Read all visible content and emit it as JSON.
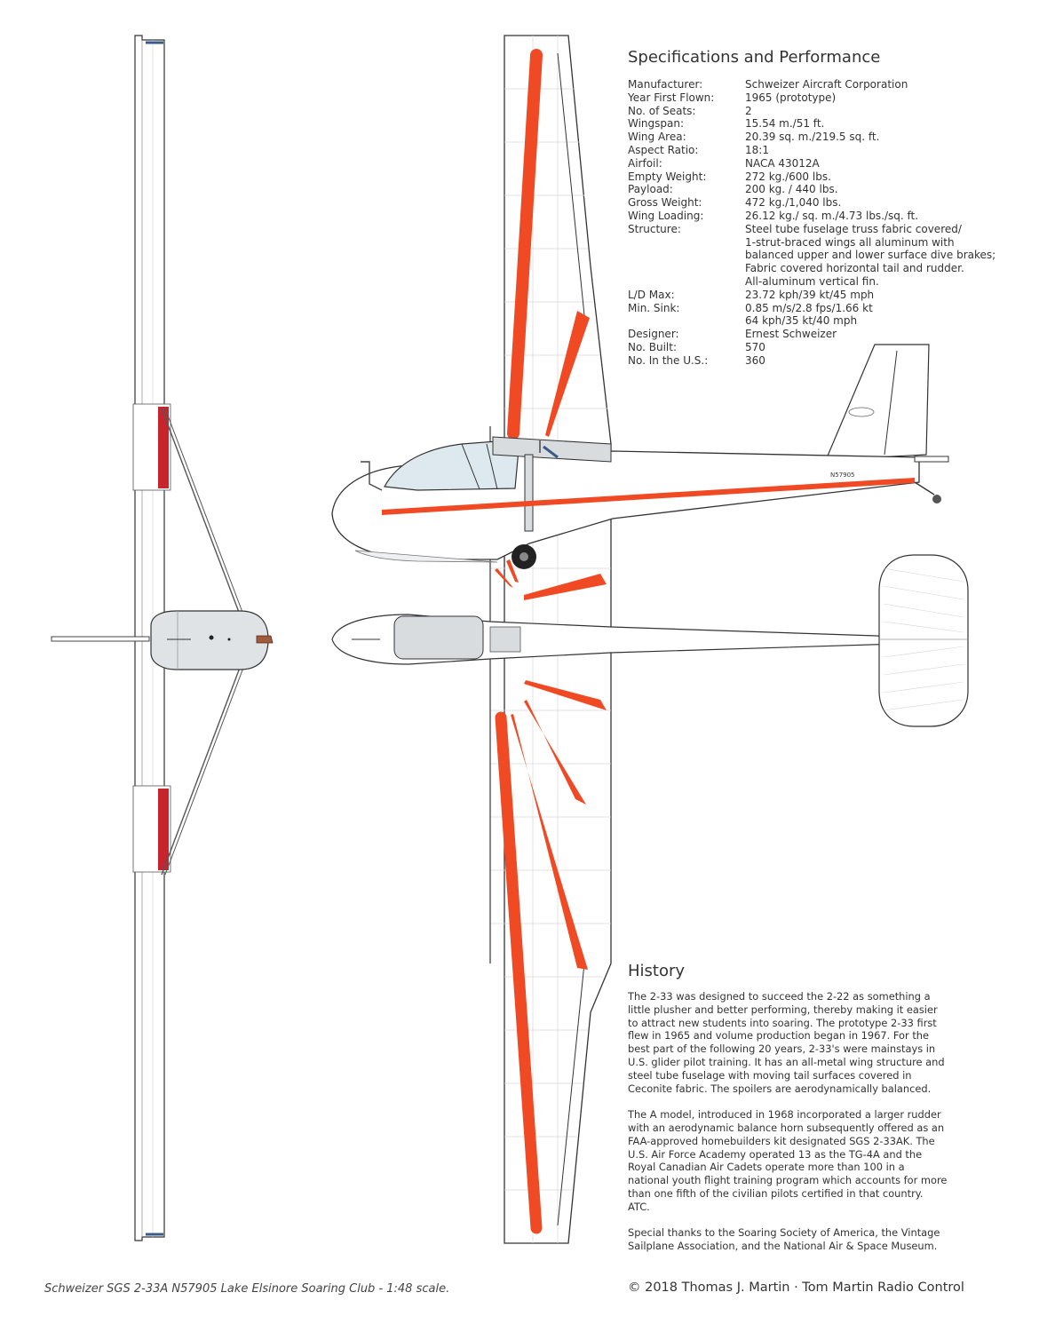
{
  "specs": {
    "heading": "Specifications and Performance",
    "rows": [
      {
        "label": "Manufacturer:",
        "lines": [
          "Schweizer Aircraft Corporation"
        ]
      },
      {
        "label": "Year First Flown:",
        "lines": [
          "1965 (prototype)"
        ]
      },
      {
        "label": "No. of Seats:",
        "lines": [
          "2"
        ]
      },
      {
        "label": "Wingspan:",
        "lines": [
          "15.54 m./51 ft."
        ]
      },
      {
        "label": "Wing Area:",
        "lines": [
          "20.39 sq. m./219.5 sq. ft."
        ]
      },
      {
        "label": "Aspect Ratio:",
        "lines": [
          "18:1"
        ]
      },
      {
        "label": "Airfoil:",
        "lines": [
          "NACA 43012A"
        ]
      },
      {
        "label": "Empty Weight:",
        "lines": [
          "272 kg./600 lbs."
        ]
      },
      {
        "label": "Payload:",
        "lines": [
          "200 kg. / 440 lbs."
        ]
      },
      {
        "label": "Gross Weight:",
        "lines": [
          "472 kg./1,040 lbs."
        ]
      },
      {
        "label": "Wing Loading:",
        "lines": [
          "26.12 kg./ sq. m./4.73 lbs./sq. ft."
        ]
      },
      {
        "label": "Structure:",
        "lines": [
          "Steel tube fuselage truss fabric covered/",
          "1-strut-braced wings all aluminum with",
          "balanced upper and lower surface dive brakes;",
          "Fabric covered horizontal tail and rudder.",
          "All-aluminum vertical fin."
        ]
      },
      {
        "label": "L/D Max:",
        "lines": [
          "23.72 kph/39 kt/45 mph"
        ]
      },
      {
        "label": "Min. Sink:",
        "lines": [
          "0.85 m/s/2.8 fps/1.66 kt",
          "64 kph/35 kt/40 mph"
        ]
      },
      {
        "label": "Designer:",
        "lines": [
          "Ernest Schweizer"
        ]
      },
      {
        "label": "No. Built:",
        "lines": [
          "570"
        ]
      },
      {
        "label": "No. In the U.S.:",
        "lines": [
          "360"
        ]
      }
    ]
  },
  "history": {
    "heading": "History",
    "paragraphs": [
      "The 2-33 was designed to succeed the 2-22 as something a little plusher and better performing, thereby making it easier to attract new students into soaring. The prototype 2-33 first flew in 1965 and volume production began in 1967. For the best part of the following 20 years, 2-33's were mainstays in U.S. glider pilot training. It has an all-metal wing structure and steel tube fuselage with moving tail surfaces covered in Ceconite fabric. The spoilers are aerodynamically balanced.",
      "The A model, introduced in 1968 incorporated a larger rudder with an aerodynamic balance horn subsequently offered as an FAA-approved homebuilders kit designated SGS 2-33AK. The U.S. Air Force Academy operated 13 as the TG-4A and the Royal Canadian Air Cadets operate more than 100 in a national youth flight training program which accounts for more than one fifth of the civilian pilots certified in that country.  ATC.",
      "Special thanks to the Soaring Society of America, the Vintage Sailplane Association, and the National Air & Space Museum."
    ]
  },
  "aircraft": {
    "registration": "N57905",
    "colors": {
      "stripe": "#f04a24",
      "body": "#ffffff",
      "outline": "#333333",
      "glass": "#dde8ef",
      "grey": "#d9dcdf",
      "spoiler": "#c8242e",
      "wheel": "#222222",
      "wire": "#555555"
    }
  },
  "footer": {
    "caption": "Schweizer SGS 2-33A N57905 Lake Elsinore Soaring Club - 1:48 scale.",
    "copyright": "© 2018 Thomas J. Martin · Tom Martin Radio Control"
  }
}
